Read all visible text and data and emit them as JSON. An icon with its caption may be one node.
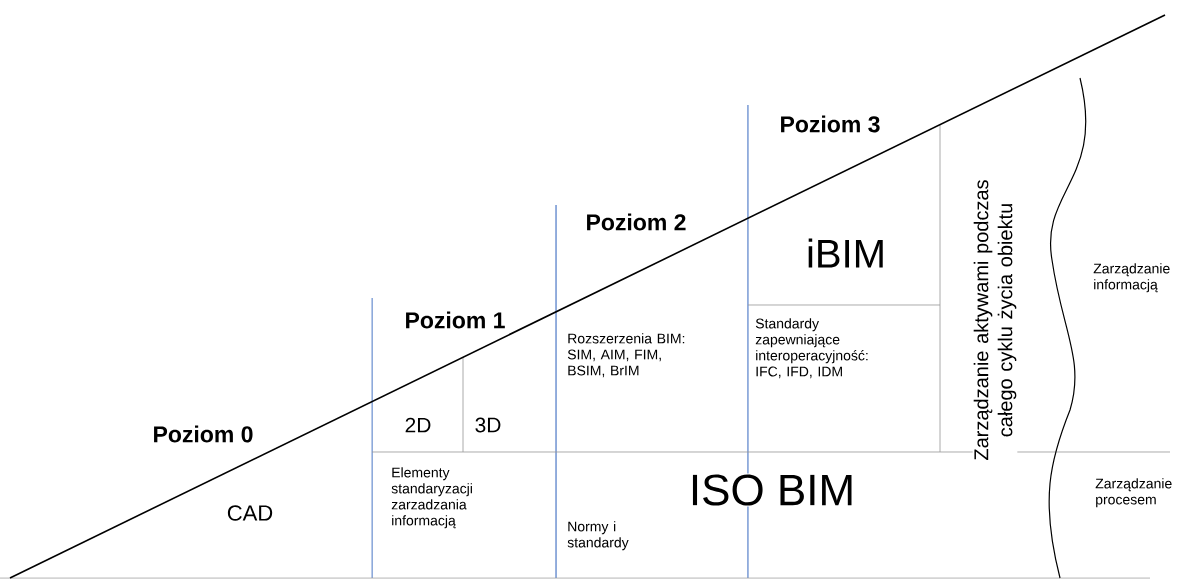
{
  "diagram": {
    "labels": [
      "Poziom 0",
      "Poziom 1",
      "Poziom 2",
      "Poziom 3",
      "iBIM",
      "Zarządzanie aktywami podczas całego cyklu życia obiektu",
      "Zarządzanie informacją",
      "Rozszerzenia BIM: SIM, AIM, FIM, BSIM, BrIM",
      "Standardy zapewniające interoperacyjność: IFC, IFD, IDM",
      "2D",
      "3D",
      "Elementy standaryzacji zarzadzania informacją",
      "ISO BIM",
      "Zarządzanie procesem",
      "CAD",
      "Normy i standardy"
    ]
  }
}
